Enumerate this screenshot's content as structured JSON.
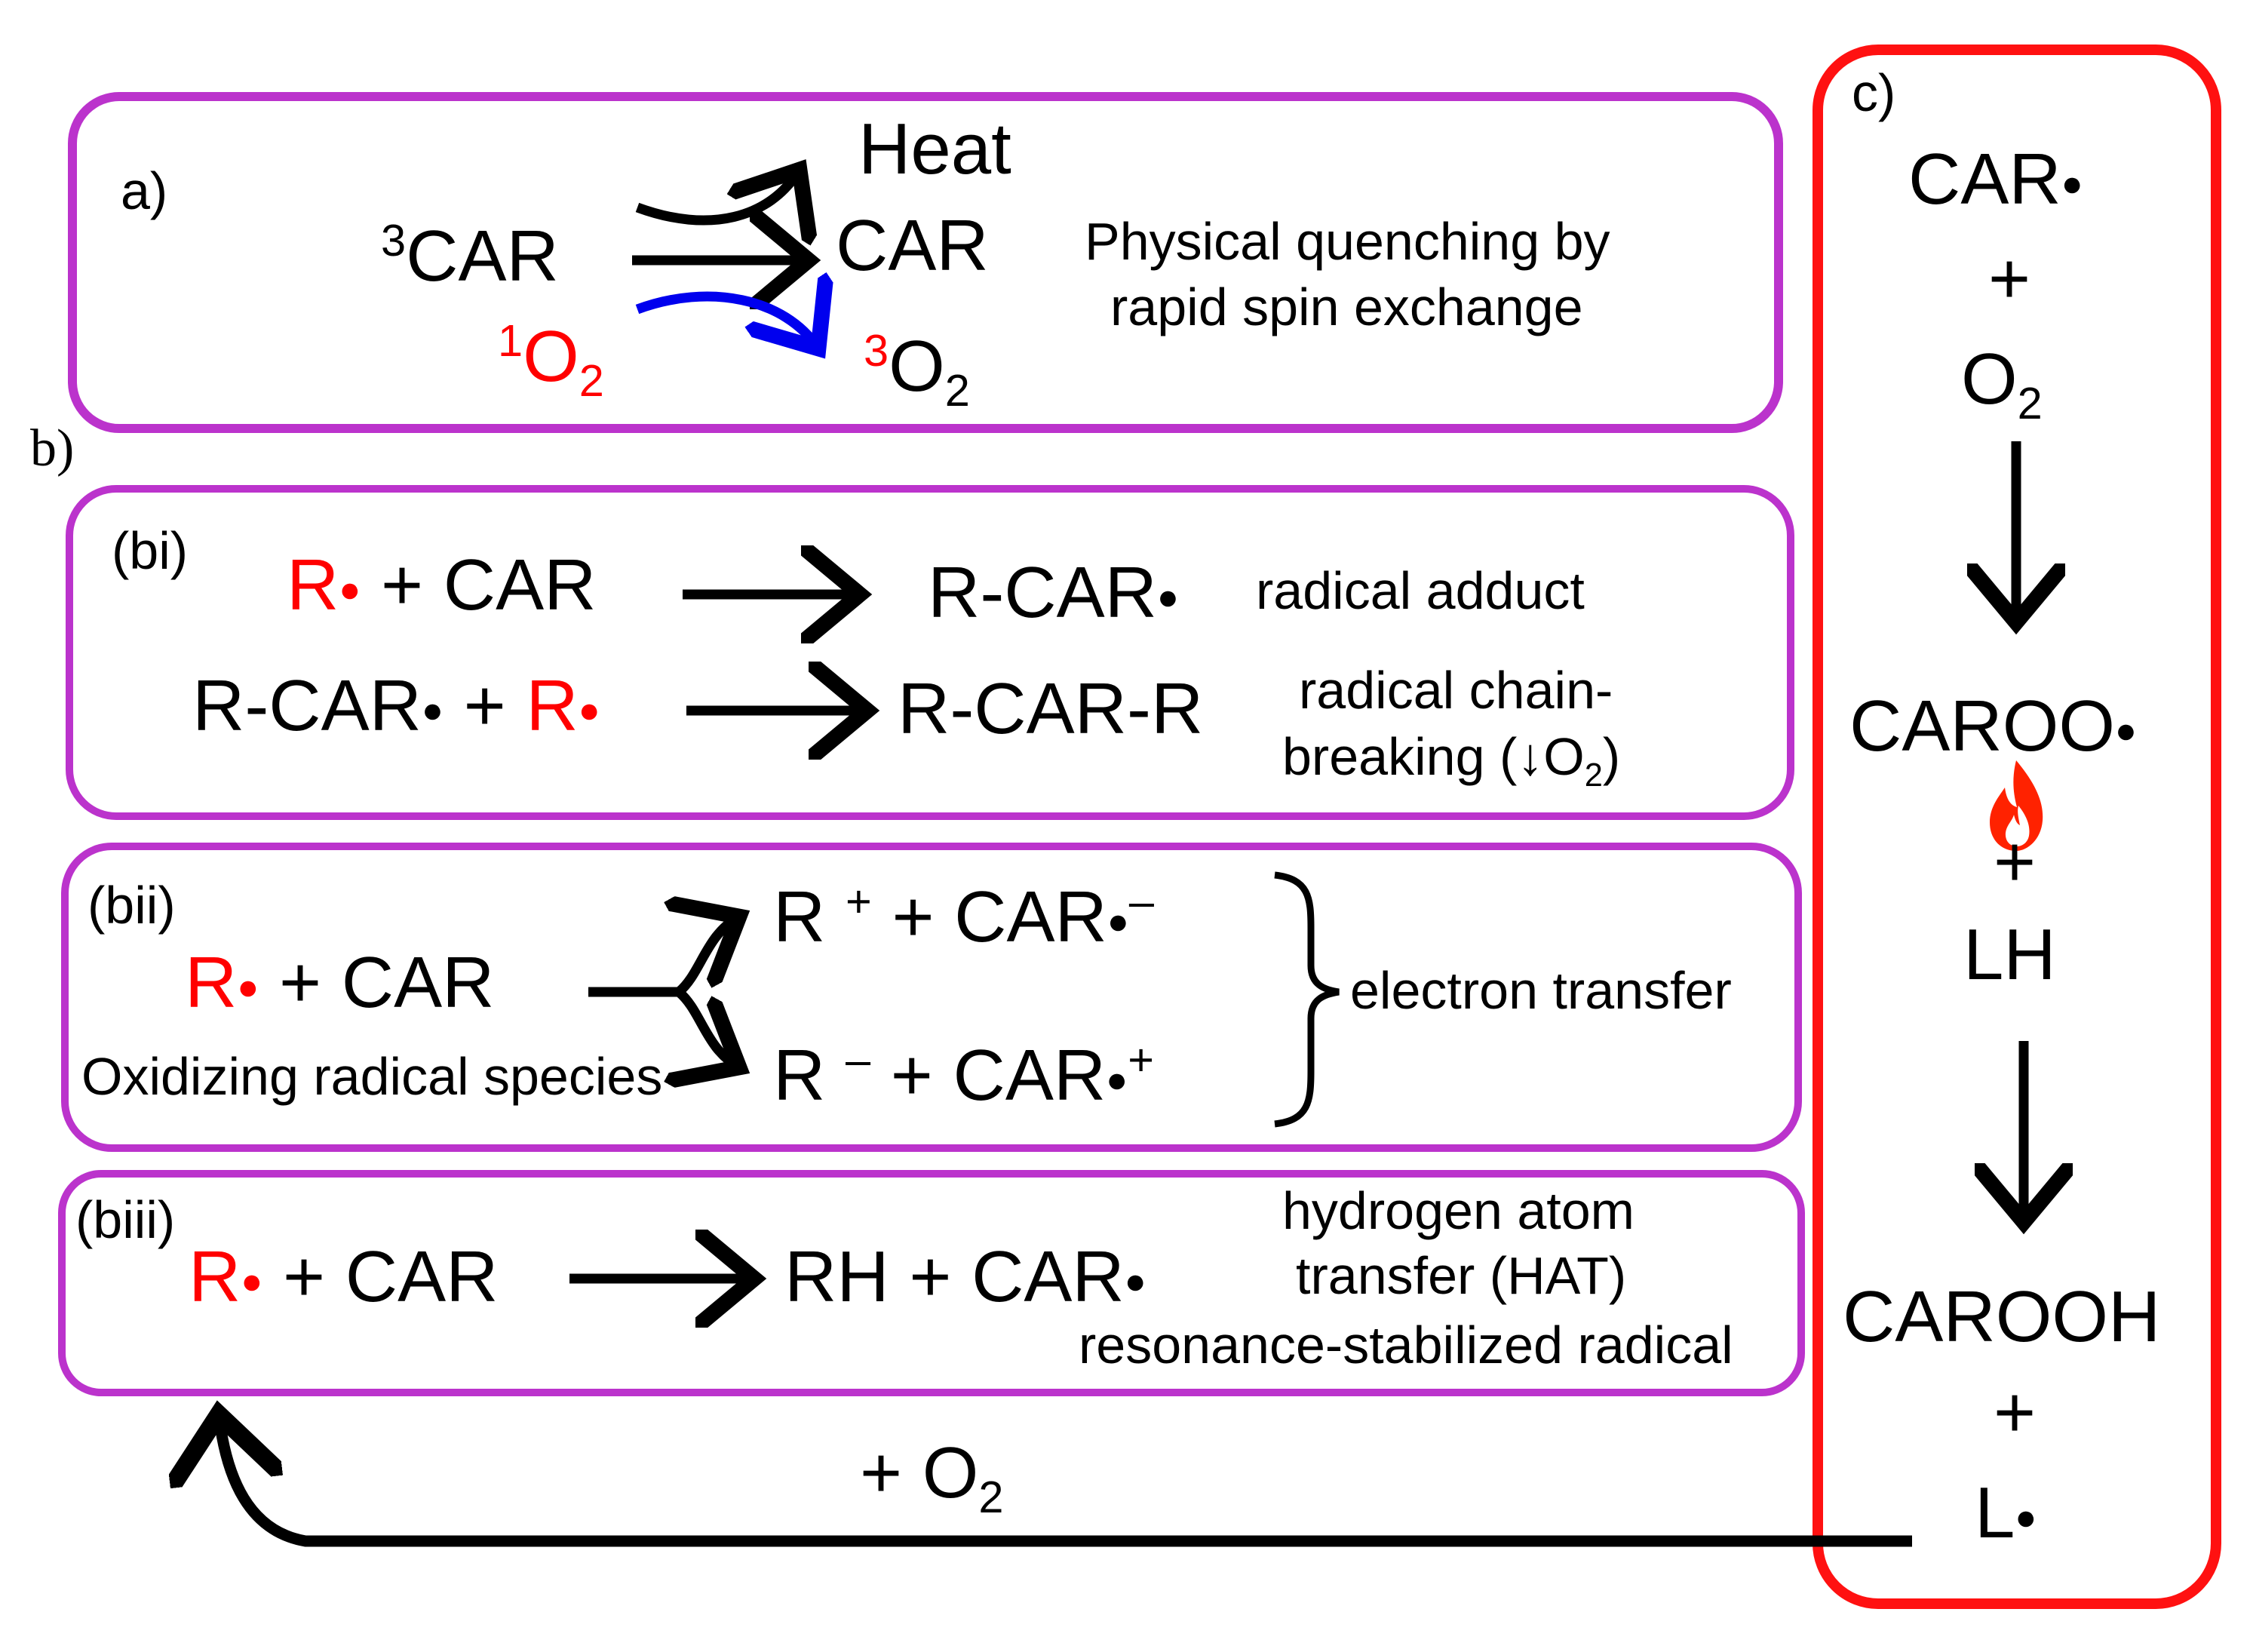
{
  "panel_a": {
    "label": "a)",
    "heat": "Heat",
    "triplet_car_sup": "3",
    "triplet_car": "CAR",
    "car_product": "CAR",
    "singlet_o2_sup": "1",
    "singlet_o2": "O",
    "singlet_o2_sub": "2",
    "triplet_o2_sup": "3",
    "triplet_o2": "O",
    "triplet_o2_sub": "2",
    "desc_line1": "Physical quenching by",
    "desc_line2": "rapid spin exchange"
  },
  "panel_b": {
    "label": "b)",
    "bi": {
      "label": "(bi)",
      "r1_radical": "R",
      "r1_plus_car": "+ CAR",
      "r1_product": "R-CAR",
      "r1_note": "radical adduct",
      "r2_reactant": "R-CAR",
      "r2_plus": "+",
      "r2_radical": "R",
      "r2_product": "R-CAR-R",
      "r2_note_line1": "radical chain-",
      "r2_note_line2": "breaking (↓O",
      "r2_note_sub": "2",
      "r2_note_end": ")"
    },
    "bii": {
      "label": "(bii)",
      "radical": "R",
      "plus_car": "+ CAR",
      "oxidizing_note": "Oxidizing radical species",
      "upper_r": "R",
      "upper_r_charge": "+",
      "upper_rest": "+ CAR",
      "upper_charge": "–",
      "lower_r": "R",
      "lower_r_charge": "–",
      "lower_rest": "+ CAR",
      "lower_charge": "+",
      "note": "electron transfer"
    },
    "biii": {
      "label": "(biii)",
      "radical": "R",
      "plus_car": "+ CAR",
      "product": "RH + CAR",
      "note_line1": "hydrogen atom",
      "note_line2": "transfer (HAT)",
      "note_line3": "resonance-stabilized radical"
    }
  },
  "panel_c": {
    "label": "c)",
    "car_radical": "CAR",
    "plus1": "+",
    "o2": "O",
    "o2_sub": "2",
    "caroo": "CAROO",
    "plus2": "+",
    "lh": "LH",
    "carooh": "CAROOH",
    "plus3": "+",
    "l_radical": "L"
  },
  "return_path": {
    "label": "+ O",
    "label_sub": "2"
  },
  "colors": {
    "panel_border": "#bb33cc",
    "panel_c_border": "#ff1111",
    "radical_red": "#ff0000",
    "singlet_arrow_blue": "#0000ee",
    "flame": "#ff2200"
  },
  "icons": [
    "flame-icon",
    "radical-dot-icon"
  ]
}
